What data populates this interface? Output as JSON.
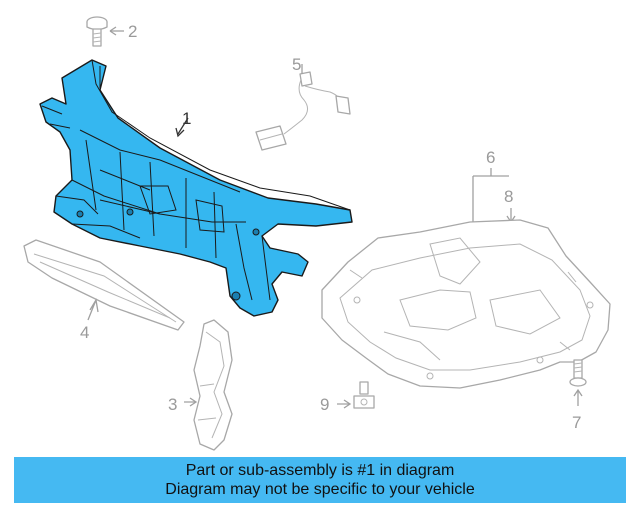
{
  "callouts": {
    "c1": "1",
    "c2": "2",
    "c3": "3",
    "c4": "4",
    "c5": "5",
    "c6": "6",
    "c7": "7",
    "c8": "8",
    "c9": "9"
  },
  "banner": {
    "line1": "Part or sub-assembly is #1 in diagram",
    "line2": "Diagram may not be specific to your vehicle"
  },
  "colors": {
    "highlight": "#35b7f0",
    "banner": "#45b9f2",
    "outline": "#a8a8a8"
  }
}
